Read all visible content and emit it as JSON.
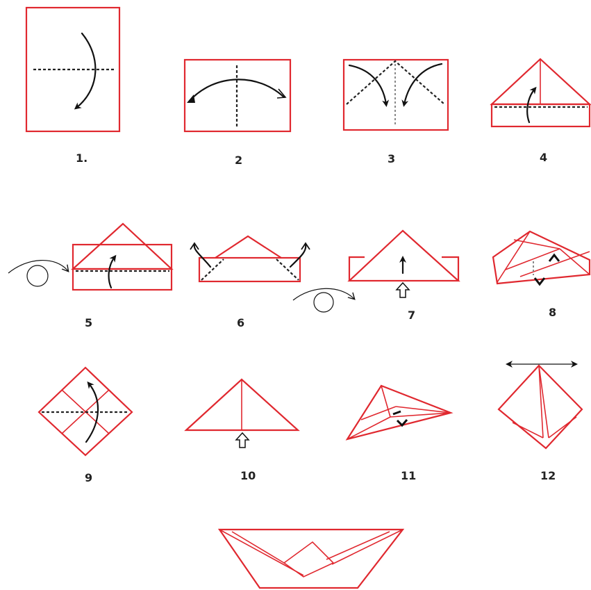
{
  "diagram": {
    "colors": {
      "paper": "#e0282f",
      "fold_line": "#222222",
      "arrow": "#111111"
    },
    "steps": [
      {
        "label": "1."
      },
      {
        "label": "2"
      },
      {
        "label": "3"
      },
      {
        "label": "4"
      },
      {
        "label": "5"
      },
      {
        "label": "6"
      },
      {
        "label": "7"
      },
      {
        "label": "8"
      },
      {
        "label": "9"
      },
      {
        "label": "10"
      },
      {
        "label": "11"
      },
      {
        "label": "12"
      }
    ],
    "icons": [
      "fold-arrow-icon",
      "turn-over-icon",
      "push-up-icon",
      "pull-apart-icon"
    ]
  }
}
